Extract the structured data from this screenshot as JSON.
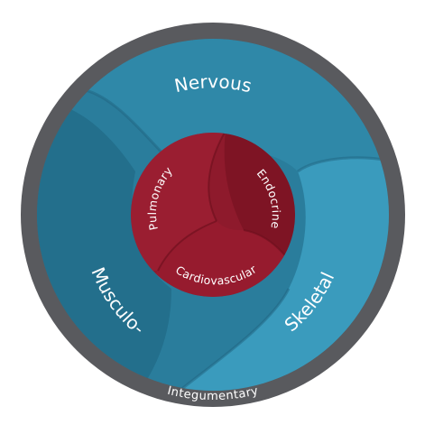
{
  "diagram": {
    "outer_ring": {
      "label": "Integumentary",
      "color": "#595a5e"
    },
    "middle_ring": {
      "color": "#2a7d9c",
      "labels": {
        "top": "Nervous",
        "left": "Musculo-",
        "right": "Skeletal"
      }
    },
    "core": {
      "color": "#8e1a2c",
      "labels": {
        "left": "Pulmonary",
        "right": "Endocrine",
        "bottom": "Cardiovascular"
      }
    }
  }
}
